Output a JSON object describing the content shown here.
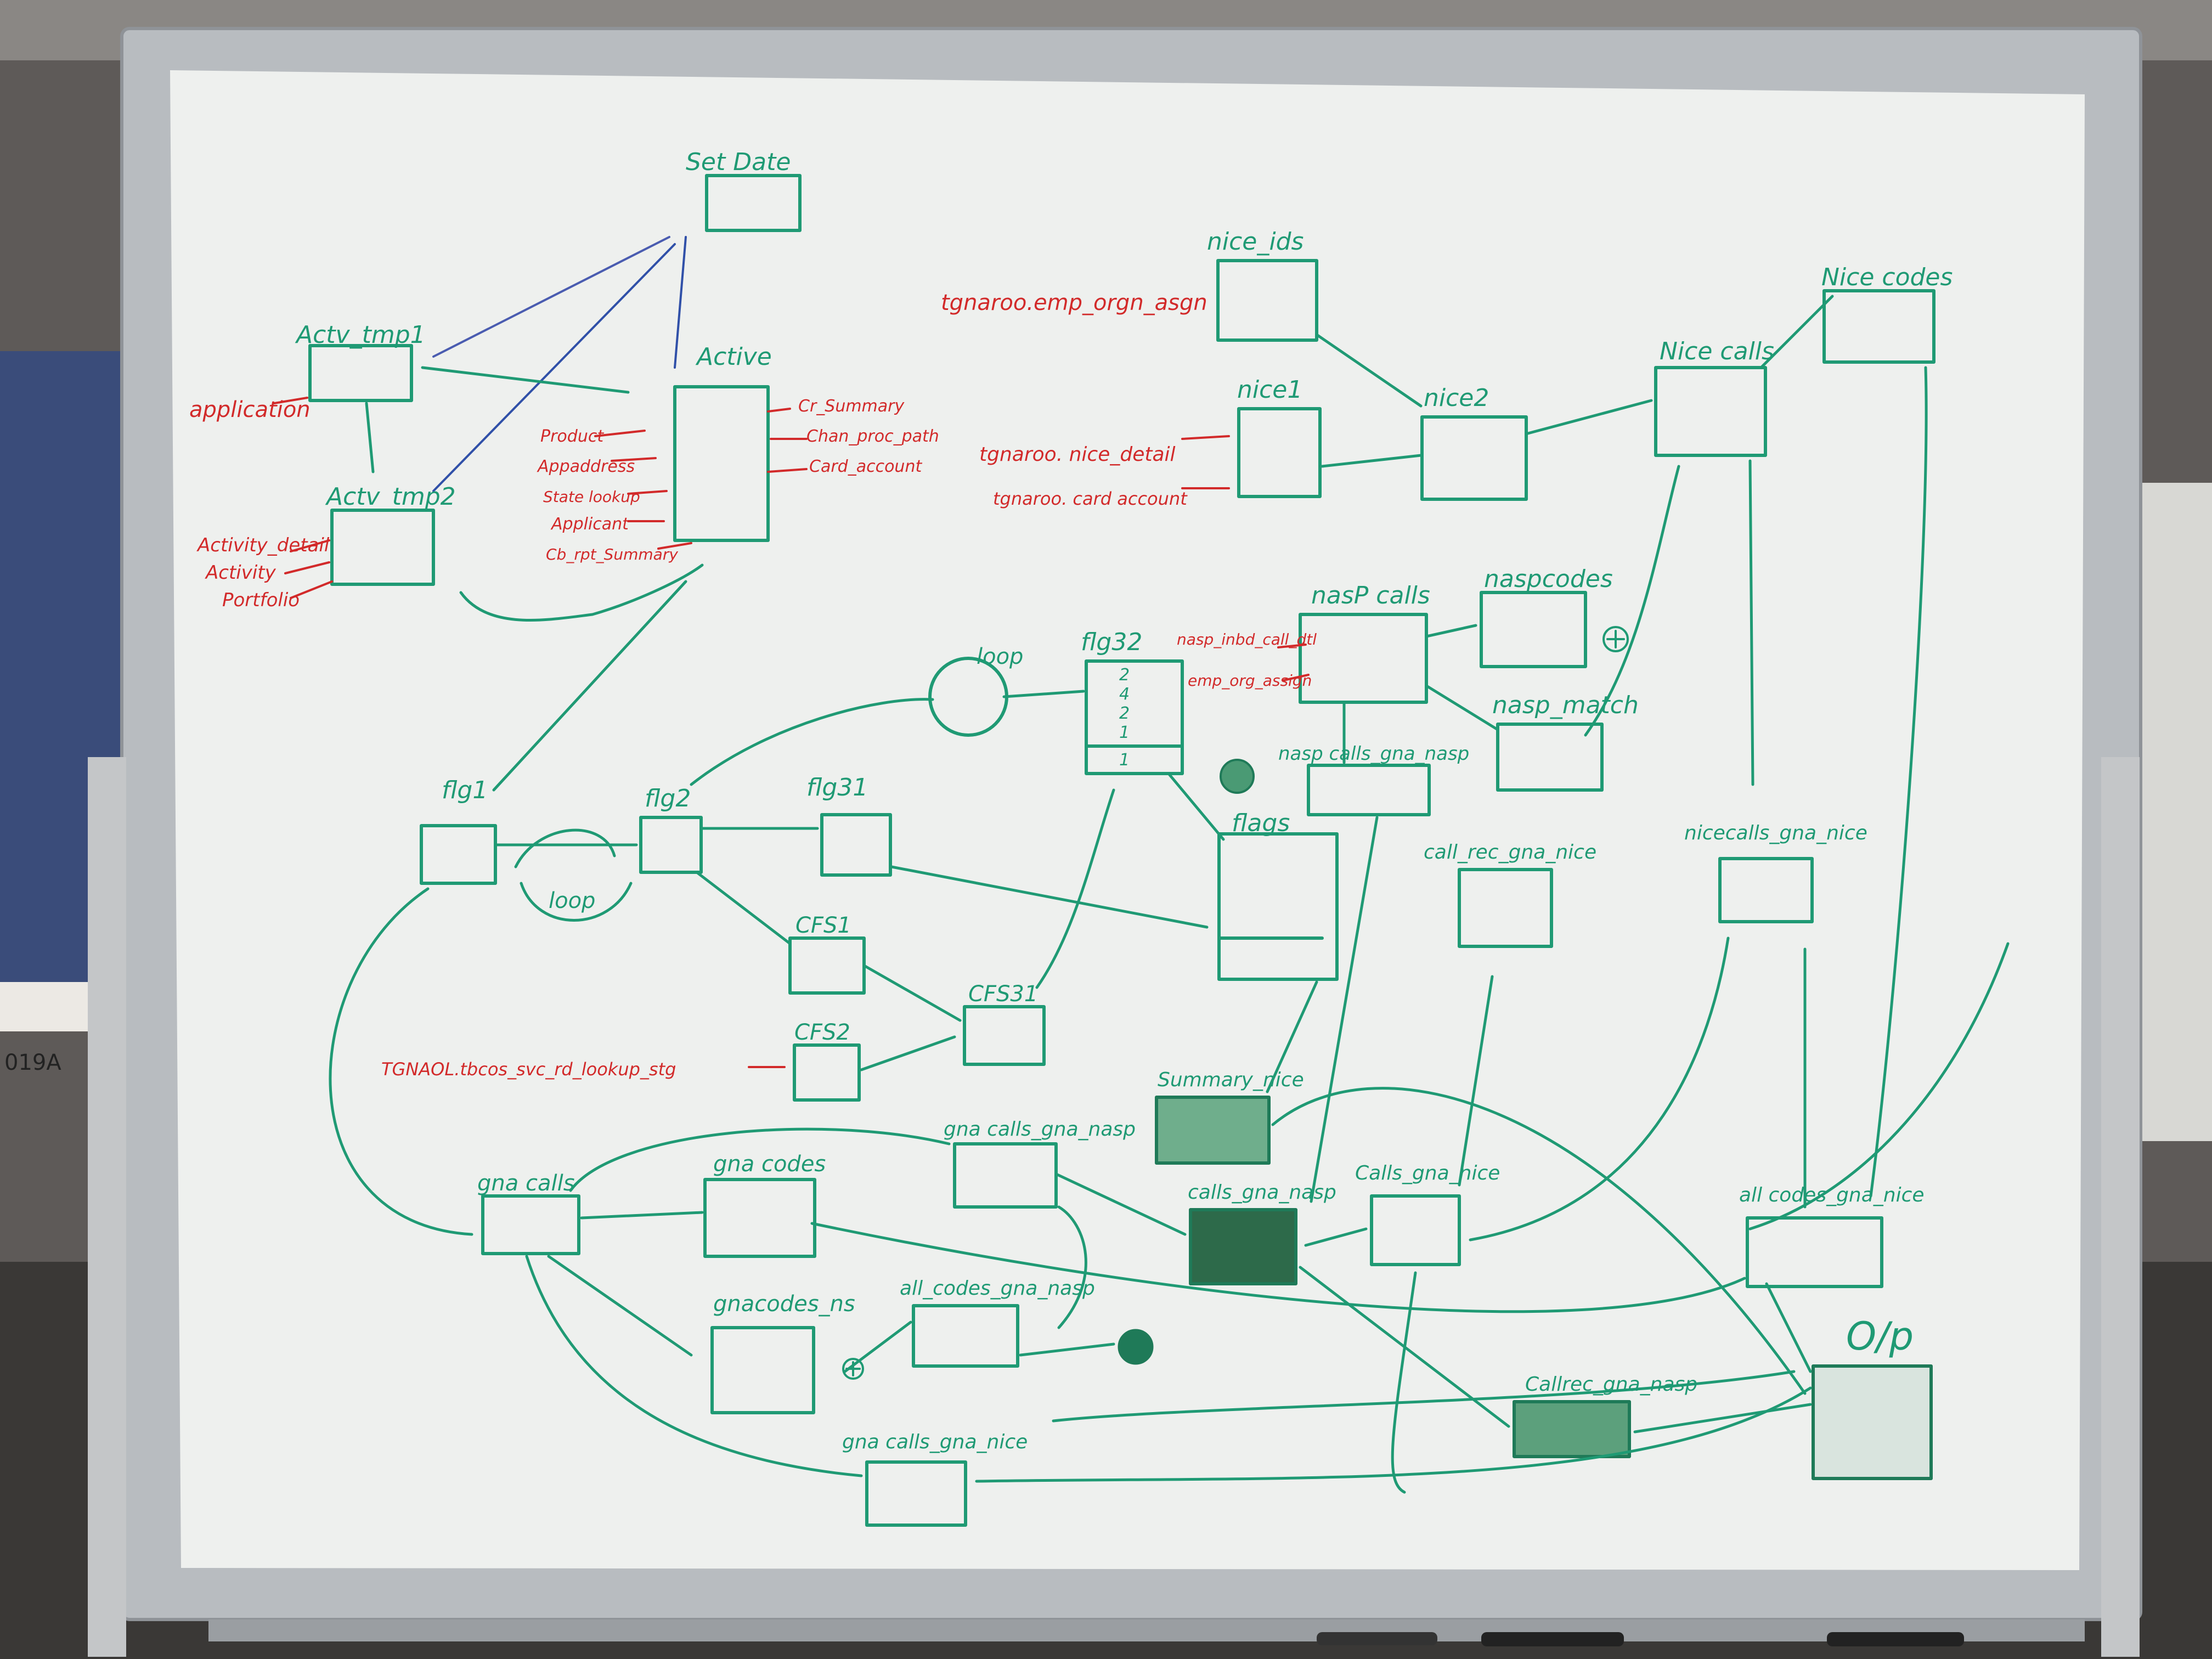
{
  "scene": {
    "description_text": [],
    "colors": {
      "board": "#eef0ee",
      "frame": "#b8bcc0",
      "green_marker": "#1f9a74",
      "red_marker": "#d22a2a",
      "blue_marker": "#3050a8",
      "office_bg": "#5e5a58"
    }
  },
  "nodes": {
    "set_date": "Set Date",
    "actv_tmp1": "Actv_tmp1",
    "actv_tmp2": "Actv_tmp2",
    "active": "Active",
    "nice_ids": "nice_ids",
    "nice1": "nice1",
    "nice2": "nice2",
    "nice_calls": "Nice calls",
    "nice_codes": "Nice codes",
    "nasp_calls": "nasP calls",
    "nasp_codes": "naspcodes",
    "nasp_match": "nasp_match",
    "nasp_calls_gna_nasp": "nasp calls_gna_nasp",
    "flg32": "flg32",
    "loop_top": "loop",
    "flg1": "flg1",
    "flg2": "flg2",
    "loop": "loop",
    "flg31": "flg31",
    "cfs1": "CFS1",
    "cfs2": "CFS2",
    "cfs31": "CFS31",
    "flags": "flags",
    "call_rec_gna_nice": "call_rec_gna_nice",
    "nicecalls_gna_nice": "nicecalls_gna_nice",
    "summary_nice": "Summary_nice",
    "gna_calls": "gna calls",
    "gna_codes": "gna codes",
    "gnacalls_gna_nasp": "gna calls_gna_nasp",
    "calls_gna_nasp": "calls_gna_nasp",
    "calls_gna_nice": "Calls_gna_nice",
    "all_codes_gna_nice": "all codes_gna_nice",
    "gnacodes_ns": "gnacodes_ns",
    "all_codes_gna_nasp": "all_codes_gna_nasp",
    "gnacalls_gna_nice": "gna calls_gna_nice",
    "callrec_gna_nasp": "Callrec_gna_nasp",
    "op": "O/p"
  },
  "inputs": {
    "application": "application",
    "activity_detail": "Activity_detail",
    "activity": "Activity",
    "portfolio": "Portfolio",
    "product": "Product",
    "appaddress": "Appaddress",
    "state_lookup": "State lookup",
    "applicant": "Applicant",
    "cb_rpt_summary": "Cb_rpt_Summary",
    "cr_summary": "Cr_Summary",
    "chan_proc_path": "Chan_proc_path",
    "card_account": "Card_account",
    "tgnaroo_emp_orgn_asgn": "tgnaroo.emp_orgn_asgn",
    "tgnaroo_nice_detail": "tgnaroo. nice_detail",
    "tgnaroo_card_account": "tgnaroo. card account",
    "nasp_inbd_call_dtl": "nasp_inbd_call_dtl",
    "emp_org_assign": "emp_org_assign",
    "tgnaol_tbcos": "TGNAOL.tbcos_svc_rd_lookup_stg"
  },
  "flg32_entries": [
    "2",
    "4",
    "2",
    "1",
    "1"
  ],
  "frame_label": "019A"
}
